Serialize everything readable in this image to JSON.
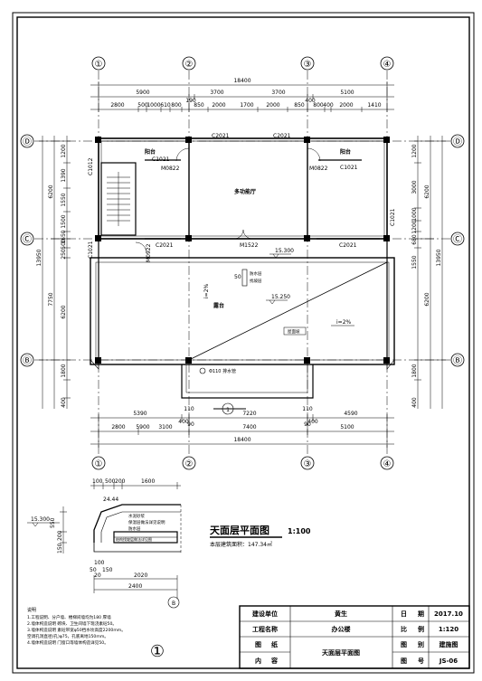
{
  "axes": [
    "①",
    "②",
    "③",
    "④",
    "Ⓓ",
    "Ⓒ",
    "Ⓑ"
  ],
  "dims": {
    "top_total": "18400",
    "top_row1": [
      "5900",
      "3700",
      "3700",
      "5100"
    ],
    "top_row1b": [
      "190",
      "400"
    ],
    "top_row2": [
      "2800",
      "500",
      "1000",
      "610",
      "800",
      "850",
      "2000",
      "1700",
      "2000",
      "850",
      "800",
      "400",
      "2000",
      "1410"
    ],
    "bottom_row1": [
      "5390",
      "7220",
      "4590"
    ],
    "bottom_small": [
      "110",
      "110",
      "400",
      "400",
      "90",
      "90"
    ],
    "bottom_row2": [
      "2800",
      "5900",
      "3100",
      "7400",
      "5100"
    ],
    "bottom_total": "18400",
    "left_total": "13950",
    "left_outer": [
      "6200",
      "7750"
    ],
    "left_inner": [
      "1200",
      "1390",
      "1550",
      "1500",
      "1650",
      "500",
      "250",
      "6200",
      "1800",
      "400"
    ],
    "right_total": "13950",
    "right_outer": [
      "6200",
      "6200"
    ],
    "right_inner": [
      "1200",
      "3000",
      "1000",
      "1200",
      "680",
      "1550",
      "1800",
      "400"
    ]
  },
  "rooms": {
    "balcony_left": "阳台",
    "balcony_right": "阳台",
    "hall": "多功能厅",
    "roof_deck": "露台"
  },
  "tags": {
    "c1021_a": "C1021",
    "c2021_a": "C2021",
    "c2021_b": "C2021",
    "c1021_b": "C1021",
    "m0822_a": "M0822",
    "m0822_b": "M0822",
    "c1012": "C1012",
    "c1021_left": "C1021",
    "c2021_c": "C2021",
    "m1522": "M1522",
    "c2021_d": "C2021",
    "c1021_right": "C1021",
    "m0922": "M0922",
    "elev_15300": "15.300",
    "elev_15250": "15.250",
    "slope_1": "i=2%",
    "slope_2": "i=2%",
    "fifty": "50",
    "drain_text_1": "防水坡",
    "drain_text_2": "屋檐坡",
    "drain_text_3": "屋面坡",
    "drain_label_1": "防水层",
    "drain_label_2": "找坡层",
    "phi110": "Φ110 排水管",
    "section_mark": "1"
  },
  "detail": {
    "dims_top": [
      "100",
      "500",
      "200",
      "1600"
    ],
    "dims_bottom": [
      "20",
      "2020",
      "2400"
    ],
    "dims_left": [
      "200",
      "550",
      "150"
    ],
    "small_dims": [
      "50",
      "100",
      "150",
      "60",
      "90",
      "50"
    ],
    "elev": "15.300",
    "value_2444": "24.44",
    "wall_marker": "B",
    "note_a": "水泥砂浆",
    "note_b": "保温层做法详见说明",
    "note_c": "防水层",
    "note_d": "结构找坡层做法详见图",
    "section_label": "①"
  },
  "plan_title": "天面层平面图",
  "plan_scale": "1:100",
  "area_label": "本层建筑面积：147.34㎡",
  "notes": {
    "heading": "说明",
    "lines": [
      "1.工程说明、分户墙、楼梯间墙均为180 厚墙",
      "2.墙体构造说明 砌块、卫生间墙下现浇素砼50。",
      "3.墙体构造说明 素砼带宽φ50挡水坎高度2200mm。",
      "  空调孔洞直径(孔)φ75，孔底离地150mm。",
      "4.墙体构造说明 门窗口等墙体构造详见50。"
    ]
  },
  "titleblock": {
    "r1": [
      "建设单位",
      "黄生",
      "日",
      "期",
      "2017.10"
    ],
    "r2": [
      "工程名称",
      "办公楼",
      "比",
      "例",
      "1:120"
    ],
    "r3a": [
      "图",
      "纸"
    ],
    "r3b": [
      "内",
      "容"
    ],
    "drawing_name": "天面层平面图",
    "r3_right": [
      "图",
      "别",
      "建施图"
    ],
    "r4_right": [
      "图",
      "号",
      "JS-06"
    ]
  }
}
